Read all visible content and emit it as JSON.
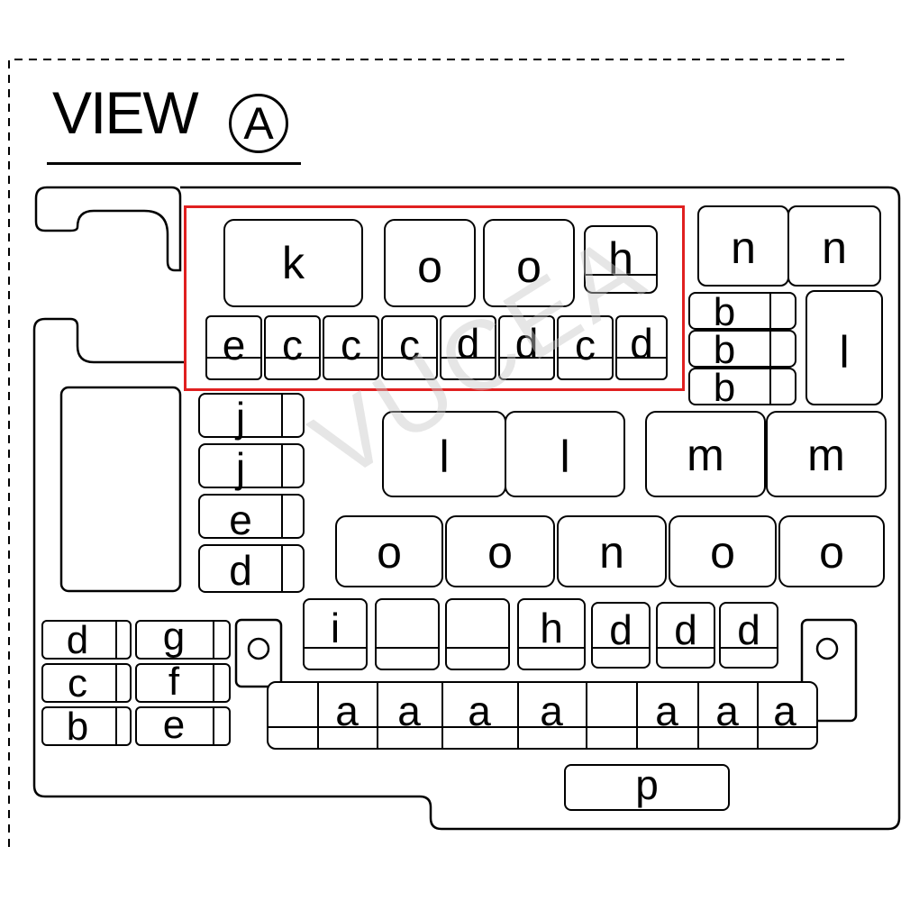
{
  "title": {
    "view_text": "VIEW",
    "view_marker": "A"
  },
  "watermark": "VUCEA",
  "colors": {
    "highlight": "#e02020",
    "line": "#000000",
    "watermark": "#c8c8c8"
  },
  "fuse_labels": {
    "k": "k",
    "o": "o",
    "h": "h",
    "n": "n",
    "e": "e",
    "c": "c",
    "d": "d",
    "b": "b",
    "l": "l",
    "i": "i",
    "j": "j",
    "m": "m",
    "g": "g",
    "f": "f",
    "a": "a",
    "p": "p"
  }
}
